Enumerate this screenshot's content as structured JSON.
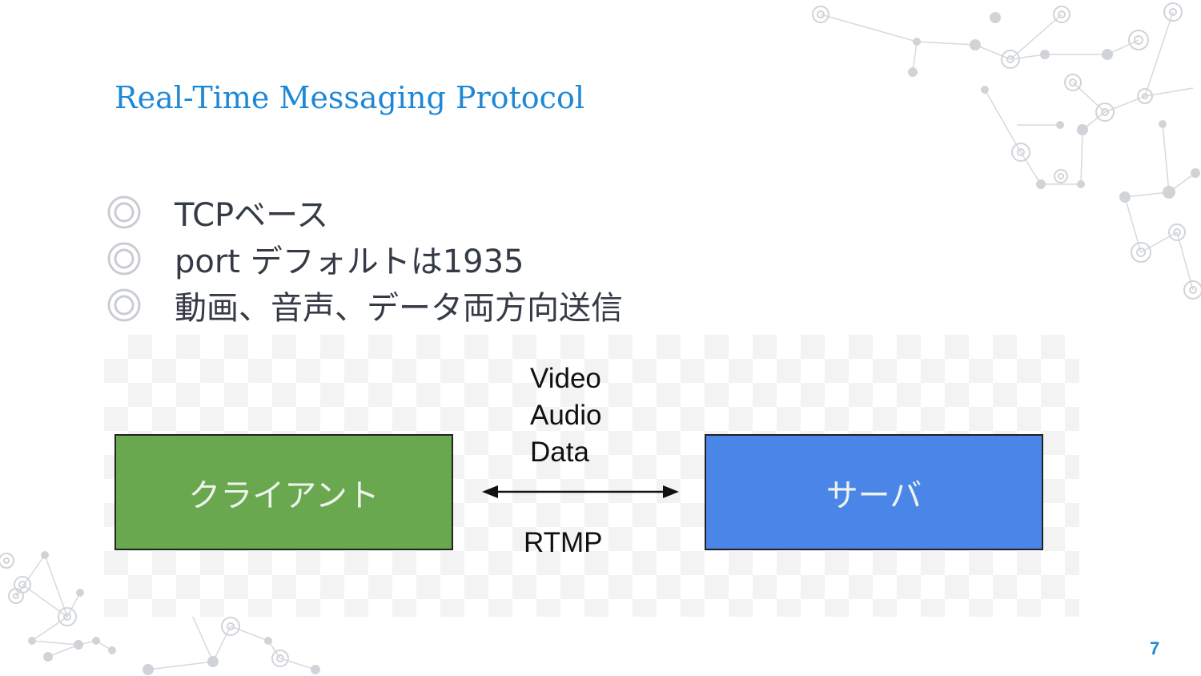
{
  "slide": {
    "title": "Real-Time Messaging Protocol",
    "bullets": [
      {
        "icon": "double-circle-icon",
        "text": "TCPベース"
      },
      {
        "icon": "double-circle-icon",
        "text": "port デフォルトは1935"
      },
      {
        "icon": "double-circle-icon",
        "text": "動画、音声、データ両方向送信"
      }
    ],
    "page_number": "7"
  },
  "diagram": {
    "client_label": "クライアント",
    "server_label": "サーバ",
    "payload_labels": [
      "Video",
      "Audio",
      "Data"
    ],
    "protocol_label": "RTMP",
    "arrow_icon": "double-headed-arrow-icon",
    "colors": {
      "client": "#6aa84f",
      "server": "#4a86e8",
      "accent": "#1e88d6"
    }
  }
}
